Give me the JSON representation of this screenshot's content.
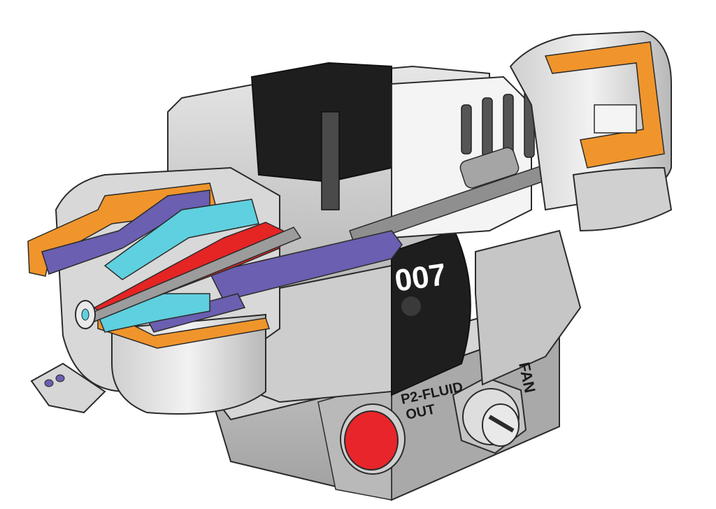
{
  "labels": {
    "fluid_out_line1": "P2-FLUID",
    "fluid_out_line2": "OUT",
    "fan": "FAN",
    "logo_fragment": "007"
  },
  "colors": {
    "housing_light": "#d9d9d9",
    "housing_mid": "#bdbdbd",
    "housing_dark": "#9a9a9a",
    "cap_black": "#1e1e1e",
    "orange_section": "#f0952c",
    "violet_section": "#6a5fb0",
    "cyan_section": "#5fd0df",
    "red_section": "#e52424",
    "port_red": "#e8252a",
    "cut_white": "#f4f4f4",
    "outline": "#2b2b2b"
  },
  "icons": [
    "needle-valve",
    "fluid-port",
    "fan-adjust-screw",
    "nozzle-cap"
  ]
}
